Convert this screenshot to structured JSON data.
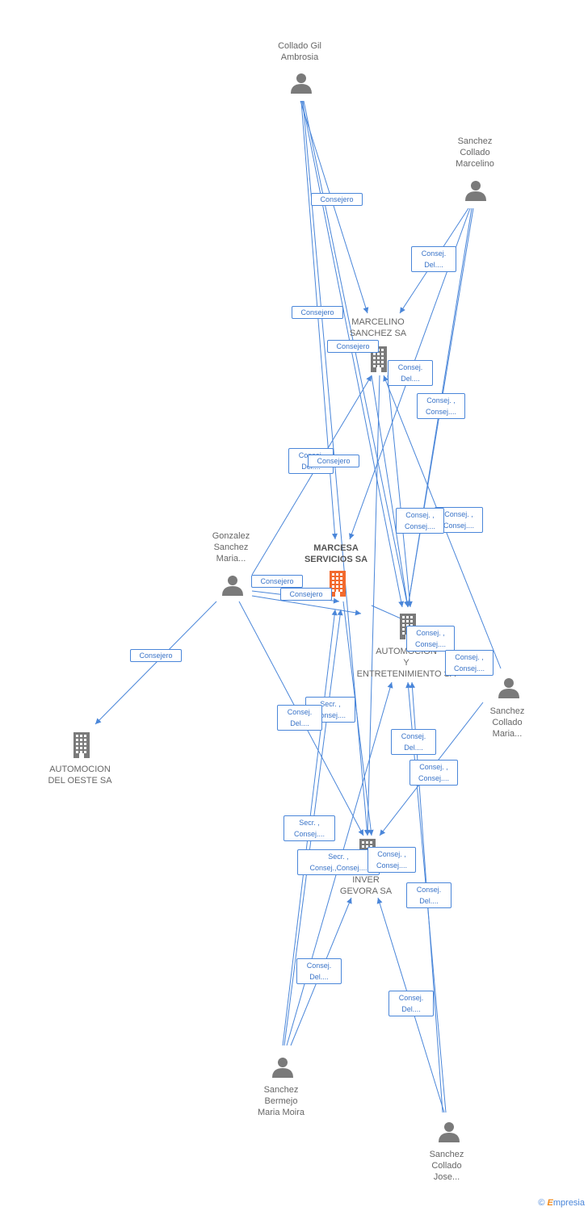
{
  "colors": {
    "edge": "#4a86d9",
    "person": "#7a7a7a",
    "company": "#7a7a7a",
    "focus_company": "#f26a2e"
  },
  "nodes": [
    {
      "id": "collado-gil",
      "type": "person",
      "label": [
        "Collado Gil",
        "Ambrosia"
      ]
    },
    {
      "id": "sanchez-marcelino",
      "type": "person",
      "label": [
        "Sanchez",
        "Collado",
        "Marcelino"
      ]
    },
    {
      "id": "marcelino-sa",
      "type": "company",
      "label": [
        "MARCELINO",
        "SANCHEZ SA"
      ]
    },
    {
      "id": "gonzalez",
      "type": "person",
      "label": [
        "Gonzalez",
        "Sanchez",
        "Maria..."
      ]
    },
    {
      "id": "marcesa",
      "type": "company",
      "focus": true,
      "label": [
        "MARCESA",
        "SERVICIOS SA"
      ]
    },
    {
      "id": "automocion-y",
      "type": "company",
      "label": [
        "AUTOMOCION",
        "Y",
        "ENTRETENIMIENTO SA"
      ]
    },
    {
      "id": "sanchez-maria",
      "type": "person",
      "label": [
        "Sanchez",
        "Collado",
        "Maria..."
      ]
    },
    {
      "id": "automocion-oeste",
      "type": "company",
      "label": [
        "AUTOMOCION",
        "DEL OESTE SA"
      ]
    },
    {
      "id": "inver-gevora",
      "type": "company",
      "label": [
        "INVER",
        "GEVORA SA"
      ]
    },
    {
      "id": "bermejo",
      "type": "person",
      "label": [
        "Sanchez",
        "Bermejo",
        "Maria Moira"
      ]
    },
    {
      "id": "sanchez-jose",
      "type": "person",
      "label": [
        "Sanchez",
        "Collado",
        "Jose..."
      ]
    }
  ],
  "edge_labels": [
    [
      "Consejero"
    ],
    [
      "Consej.",
      "Del...."
    ],
    [
      "Consejero"
    ],
    [
      "Consejero"
    ],
    [
      "Consej.",
      "Del...."
    ],
    [
      "Consej. ,",
      "Consej...."
    ],
    [
      "Consej.",
      "Del...."
    ],
    [
      "Consejero"
    ],
    [
      "Consej. ,",
      "Consej...."
    ],
    [
      "Consej. ,",
      "Consej...."
    ],
    [
      "Consejero"
    ],
    [
      "Consejero"
    ],
    [
      "Consej. ,",
      "Consej...."
    ],
    [
      "Consej. ,",
      "Consej...."
    ],
    [
      "Consejero"
    ],
    [
      "Secr. ,",
      "Consej...."
    ],
    [
      "Consej.",
      "Del...."
    ],
    [
      "Consej.",
      "Del...."
    ],
    [
      "Consej. ,",
      "Consej...."
    ],
    [
      "Secr. ,",
      "Consej...."
    ],
    [
      "Secr. ,",
      "Consej.,Consej...."
    ],
    [
      "Consej. ,",
      "Consej...."
    ],
    [
      "Consej.",
      "Del...."
    ],
    [
      "Consej.",
      "Del...."
    ],
    [
      "Consej.",
      "Del...."
    ]
  ],
  "brand": {
    "copyright": "©",
    "name_initial": "E",
    "name_rest": "mpresia"
  }
}
